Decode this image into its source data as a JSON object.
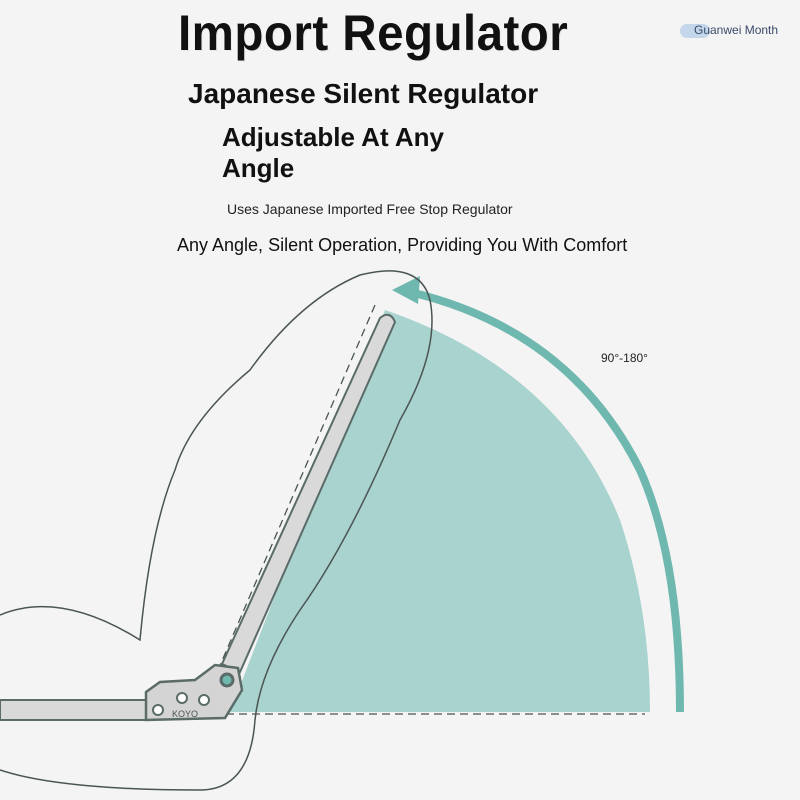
{
  "title": "Import Regulator",
  "subtitle": "Japanese Silent Regulator",
  "headline": "Adjustable At Any Angle",
  "description": "Uses Japanese Imported Free Stop Regulator",
  "tagline": "Any Angle, Silent Operation, Providing You With Comfort",
  "brand": "Guanwei Month",
  "angle_range": "90°-180°",
  "hinge_label": "KOYO",
  "colors": {
    "accent": "#6fb8b0",
    "fill": "#a9d3cf",
    "outline": "#5a6b68",
    "bar": "#d9d9d9"
  }
}
